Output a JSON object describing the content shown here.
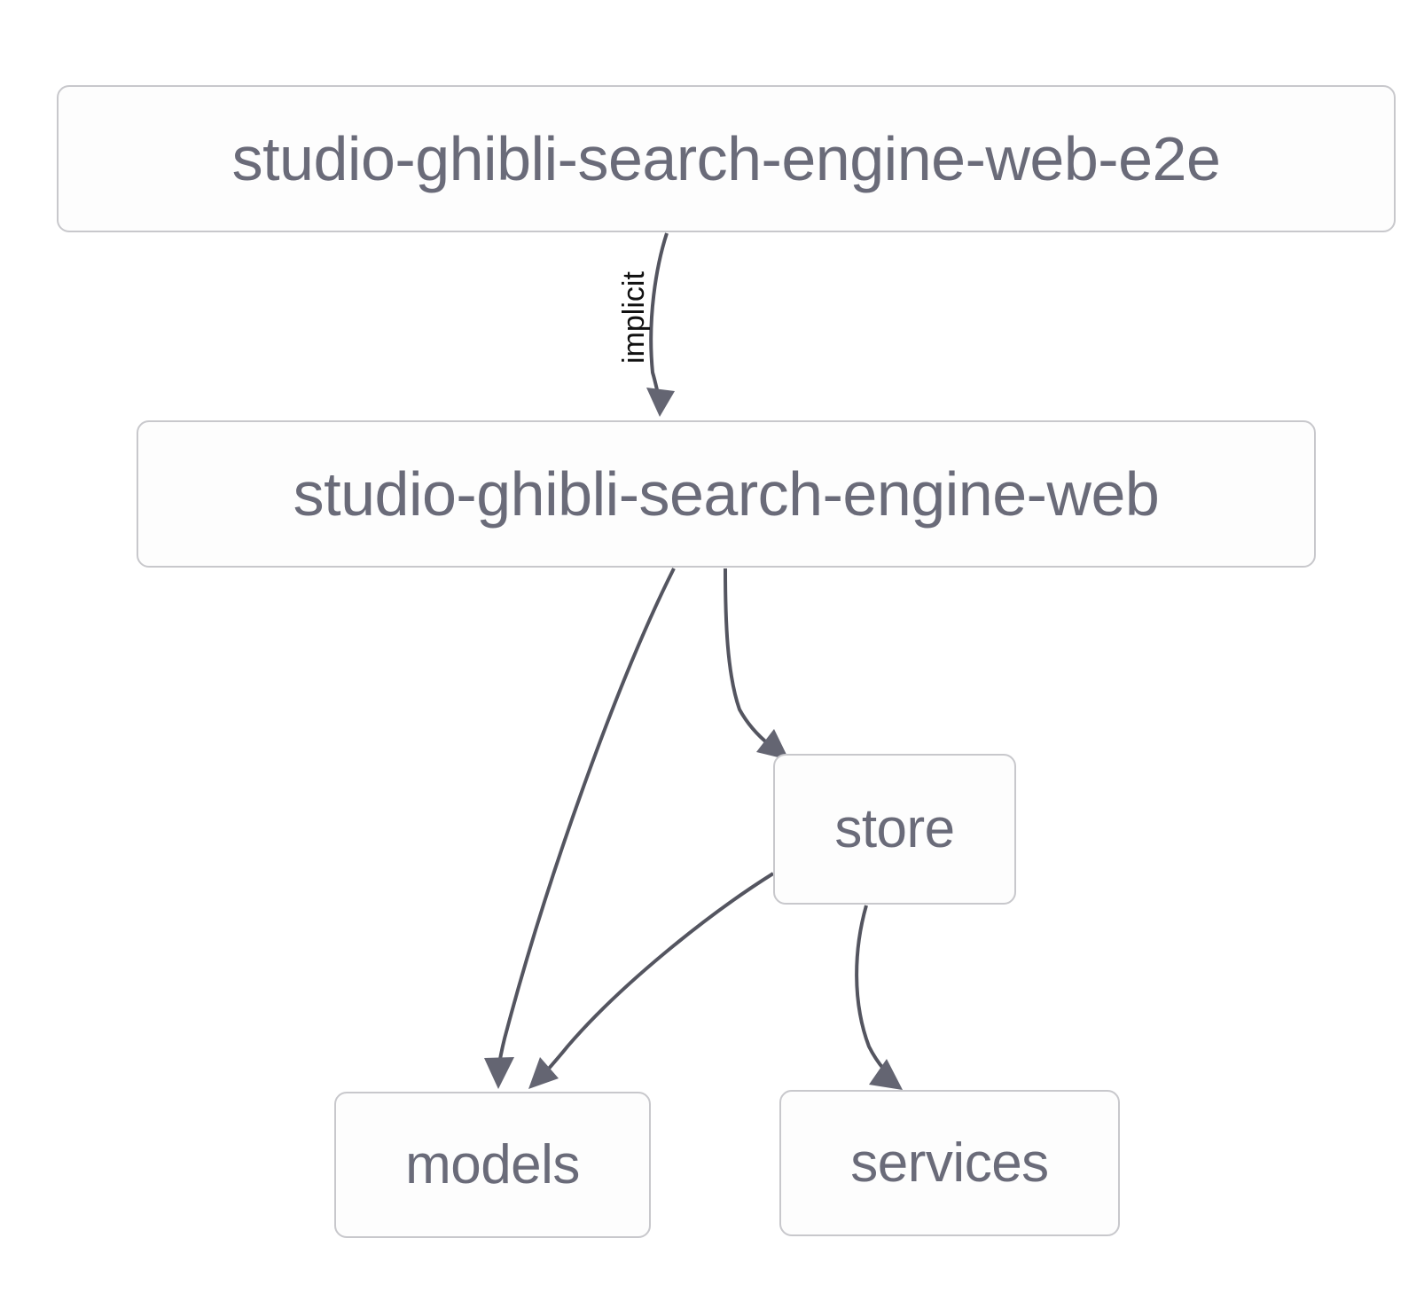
{
  "diagram": {
    "type": "dependency-graph",
    "title": "",
    "background_color": "#ffffff",
    "node_border_color": "#c8c8cc",
    "node_text_color": "#6a6b79",
    "edge_color": "#545560",
    "edge_label_color": "#111111",
    "nodes": [
      {
        "id": "root",
        "label": "studio-ghibli-search-engine-web-e2e"
      },
      {
        "id": "web",
        "label": "studio-ghibli-search-engine-web"
      },
      {
        "id": "store",
        "label": "store"
      },
      {
        "id": "models",
        "label": "models"
      },
      {
        "id": "services",
        "label": "services"
      }
    ],
    "edges": [
      {
        "from": "root",
        "to": "web",
        "label": "implicit"
      },
      {
        "from": "web",
        "to": "models",
        "label": ""
      },
      {
        "from": "web",
        "to": "store",
        "label": ""
      },
      {
        "from": "store",
        "to": "models",
        "label": ""
      },
      {
        "from": "store",
        "to": "services",
        "label": ""
      }
    ]
  }
}
